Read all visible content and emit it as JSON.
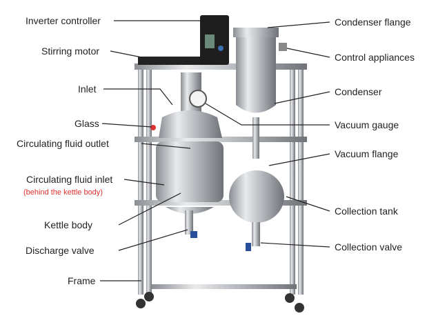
{
  "labels_left": [
    {
      "id": "inverter-controller",
      "text": "Inverter controller"
    },
    {
      "id": "stirring-motor",
      "text": "Stirring motor"
    },
    {
      "id": "inlet",
      "text": "Inlet"
    },
    {
      "id": "glass",
      "text": "Glass"
    },
    {
      "id": "circulating-fluid-outlet",
      "text": "Circulating fluid outlet"
    },
    {
      "id": "circulating-fluid-inlet",
      "text": "Circulating fluid inlet"
    },
    {
      "id": "kettle-body",
      "text": "Kettle body"
    },
    {
      "id": "discharge-valve",
      "text": "Discharge valve"
    },
    {
      "id": "frame",
      "text": "Frame"
    }
  ],
  "inlet_note": "(behind the kettle body)",
  "labels_right": [
    {
      "id": "condenser-flange",
      "text": "Condenser flange"
    },
    {
      "id": "control-appliances",
      "text": "Control appliances"
    },
    {
      "id": "condenser",
      "text": "Condenser"
    },
    {
      "id": "vacuum-gauge",
      "text": "Vacuum gauge"
    },
    {
      "id": "vacuum-flange",
      "text": "Vacuum flange"
    },
    {
      "id": "collection-tank",
      "text": "Collection tank"
    },
    {
      "id": "collection-valve",
      "text": "Collection valve"
    }
  ],
  "colors": {
    "note": "#e0302e",
    "steel": "#b9bcc0",
    "line": "#222222"
  }
}
